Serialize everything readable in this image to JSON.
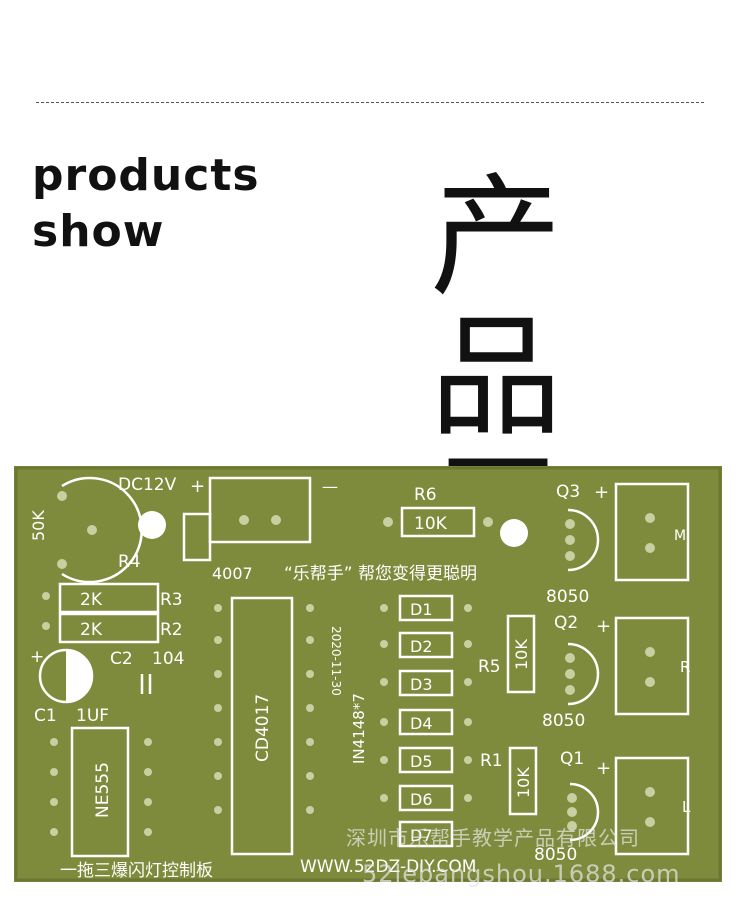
{
  "header": {
    "title_en_line1": "products",
    "title_en_line2": "show",
    "title_cn_line1": "产 品",
    "title_cn_line2": "展示"
  },
  "pcb": {
    "colors": {
      "board": "#7e8b3c",
      "board_edge": "#6c7832",
      "silk": "#ffffff",
      "pad": "#c9cfa0",
      "hole": "#ffffff"
    },
    "labels": {
      "dc": "DC12V",
      "plus": "+",
      "minus": "—",
      "r6": "R6",
      "r6_value": "10K",
      "pot": "50K",
      "r4": "R4",
      "q3": "Q3",
      "q3_plus": "+",
      "motor_mark": "M",
      "diode_note": "4007",
      "slogan": "“乐帮手” 帮您变得更聪明",
      "r3": "R3",
      "r3_value": "2K",
      "r2": "R2",
      "r2_value": "2K",
      "q3_type": "8050",
      "c2": "C2",
      "c2_value": "104",
      "date": "2020-11-30",
      "diodes_note": "IN4148*7",
      "d1": "D1",
      "d2": "D2",
      "d3": "D3",
      "d4": "D4",
      "d5": "D5",
      "d6": "D6",
      "d7": "D7",
      "r5": "R5",
      "r5_value": "10K",
      "q2": "Q2",
      "q2_plus": "+",
      "q2_type": "8050",
      "r_mark": "R",
      "cd4017": "CD4017",
      "ne555": "NE555",
      "c1": "C1",
      "c1_value": "1UF",
      "cap_plus": "+",
      "r1": "R1",
      "r1_value": "10K",
      "q1": "Q1",
      "q1_plus": "+",
      "q1_type": "8050",
      "l_mark": "L",
      "board_name": "一拖三爆闪灯控制板",
      "website": "WWW.52DZ-DIY.COM"
    }
  },
  "watermark": {
    "company": "深圳市乐帮手教学产品有限公司",
    "url": "52lebangshou.1688.com"
  }
}
